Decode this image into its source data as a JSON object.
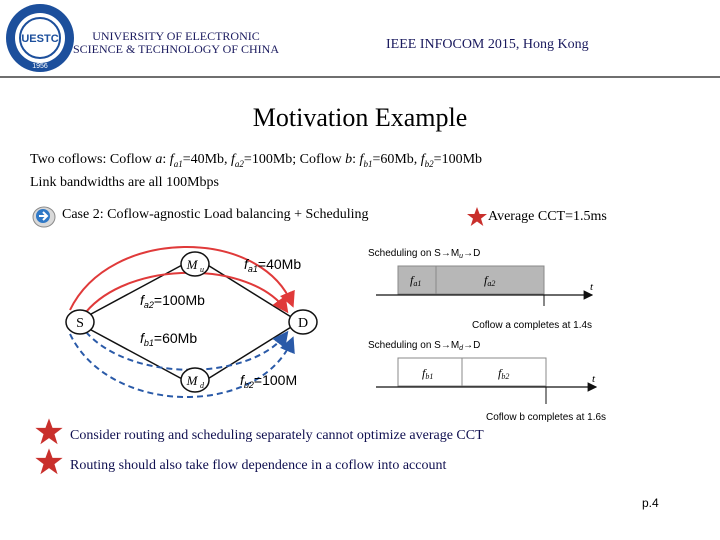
{
  "header": {
    "logo_text": "UESTC",
    "logo_year": "1956",
    "university_line1": "UNIVERSITY OF ELECTRONIC",
    "university_line2": "SCIENCE & TECHNOLOGY OF CHINA",
    "conference": "IEEE INFOCOM 2015, Hong Kong"
  },
  "slide": {
    "title": "Motivation Example",
    "line1": {
      "p1": "Two coflows: Coflow ",
      "a_label": "a",
      "p2": ": ",
      "fa1": "f",
      "fa1_sub": "a1",
      "fa1_val": "=40Mb, ",
      "fa2": "f",
      "fa2_sub": "a2",
      "fa2_val": "=100Mb; Coflow ",
      "b_label": "b",
      "p3": ": ",
      "fb1": "f",
      "fb1_sub": "b1",
      "fb1_val": "=60Mb, ",
      "fb2": "f",
      "fb2_sub": "b2",
      "fb2_val": "=100Mb"
    },
    "line2": "Link bandwidths are all 100Mbps",
    "case_label": "Case 2: Coflow-agnostic Load balancing + Scheduling",
    "avg_cct": "Average CCT=1.5ms",
    "bullets": [
      "Consider routing and scheduling separately cannot optimize average CCT",
      "Routing should also take flow dependence in a coflow into account"
    ],
    "page_number": "p.4"
  },
  "diagram": {
    "nodes": {
      "S": "S",
      "D": "D",
      "Mu": "M",
      "Mu_sub": "u",
      "Md": "M",
      "Md_sub": "d"
    },
    "labels": {
      "fa1": "f",
      "fa1_sub": "a1",
      "fa1_val": "=40Mb",
      "fa2": "f",
      "fa2_sub": "a2",
      "fa2_val": "=100Mb",
      "fb1": "f",
      "fb1_sub": "b1",
      "fb1_val": "=60Mb",
      "fb2": "f",
      "fb2_sub": "b2",
      "fb2_val": "=100M"
    }
  },
  "timeline": {
    "top_label": "Scheduling on S→M",
    "top_label_sub": "u",
    "top_label_end": "→D",
    "top_blocks": [
      {
        "label": "f",
        "sub": "a1"
      },
      {
        "label": "f",
        "sub": "a2"
      }
    ],
    "top_caption": "Coflow a completes at 1.4s",
    "bottom_label": "Scheduling on S→M",
    "bottom_label_sub": "d",
    "bottom_label_end": "→D",
    "bottom_blocks": [
      {
        "label": "f",
        "sub": "b1"
      },
      {
        "label": "f",
        "sub": "b2"
      }
    ],
    "bottom_caption": "Coflow b completes at 1.6s",
    "axis_label": "t"
  },
  "colors": {
    "red_path": "#e03a3a",
    "blue_path": "#2a5aa8",
    "block_fill": "#b7b7b7",
    "star": "#c9302c",
    "title_blue": "#1a1a5e"
  }
}
